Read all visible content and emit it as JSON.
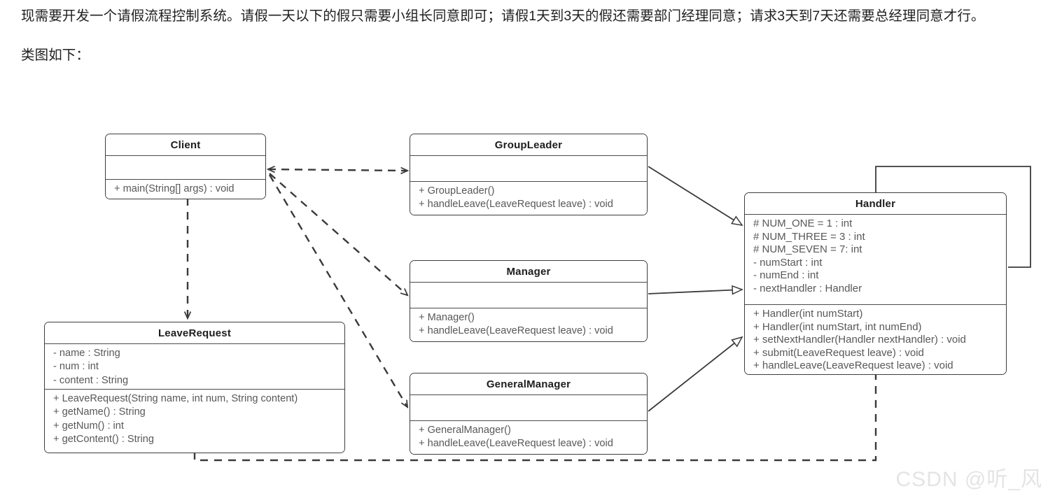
{
  "prose": {
    "paragraph1": "现需要开发一个请假流程控制系统。请假一天以下的假只需要小组长同意即可；请假1天到3天的假还需要部门经理同意；请求3天到7天还需要总经理同意才行。",
    "paragraph2": "类图如下："
  },
  "diagram": {
    "type": "uml-class-diagram",
    "classes": [
      {
        "id": "client",
        "name": "Client",
        "attributes": [],
        "operations": [
          "+ main(String[] args) : void"
        ]
      },
      {
        "id": "leaverequest",
        "name": "LeaveRequest",
        "attributes": [
          "- name : String",
          "- num : int",
          "- content : String"
        ],
        "operations": [
          "+ LeaveRequest(String name, int num, String content)",
          "+ getName() : String",
          "+ getNum() : int",
          "+ getContent() : String"
        ]
      },
      {
        "id": "groupleader",
        "name": "GroupLeader",
        "attributes": [],
        "operations": [
          "+ GroupLeader()",
          "+ handleLeave(LeaveRequest leave) : void"
        ]
      },
      {
        "id": "manager",
        "name": "Manager",
        "attributes": [],
        "operations": [
          "+ Manager()",
          "+ handleLeave(LeaveRequest leave) : void"
        ]
      },
      {
        "id": "generalmanager",
        "name": "GeneralManager",
        "attributes": [],
        "operations": [
          "+ GeneralManager()",
          "+ handleLeave(LeaveRequest leave) : void"
        ]
      },
      {
        "id": "handler",
        "name": "Handler",
        "attributes": [
          "# NUM_ONE = 1 :   int",
          "# NUM_THREE = 3 :   int",
          "# NUM_SEVEN = 7:   int",
          "- numStart :   int",
          "- numEnd :   int",
          "- nextHandler :   Handler"
        ],
        "operations": [
          "+ Handler(int numStart)",
          "+ Handler(int numStart, int numEnd)",
          "+ setNextHandler(Handler nextHandler) :   void",
          "+ submit(LeaveRequest leave) :   void",
          "+ handleLeave(LeaveRequest leave) :   void"
        ]
      }
    ],
    "relations": [
      {
        "kind": "dependency",
        "from": "client",
        "to": "groupleader"
      },
      {
        "kind": "dependency",
        "from": "groupleader",
        "to": "client"
      },
      {
        "kind": "dependency",
        "from": "client",
        "to": "leaverequest"
      },
      {
        "kind": "dependency",
        "from": "client",
        "to": "manager"
      },
      {
        "kind": "dependency",
        "from": "client",
        "to": "generalmanager"
      },
      {
        "kind": "generalization",
        "from": "groupleader",
        "to": "handler"
      },
      {
        "kind": "generalization",
        "from": "manager",
        "to": "handler"
      },
      {
        "kind": "generalization",
        "from": "generalmanager",
        "to": "handler"
      },
      {
        "kind": "aggregation",
        "from": "handler",
        "to": "handler"
      },
      {
        "kind": "dependency",
        "from": "handler",
        "to": "leaverequest"
      }
    ]
  },
  "watermark": {
    "text": "CSDN @听_风"
  },
  "colors": {
    "box_border": "#3d3d3d",
    "compartment_divider": "#4a4a4a",
    "member_text": "#585858",
    "title_text": "#1d1d1d",
    "edge_stroke": "#3a3a3a",
    "background": "#ffffff",
    "watermark": "#e4e4e4"
  }
}
